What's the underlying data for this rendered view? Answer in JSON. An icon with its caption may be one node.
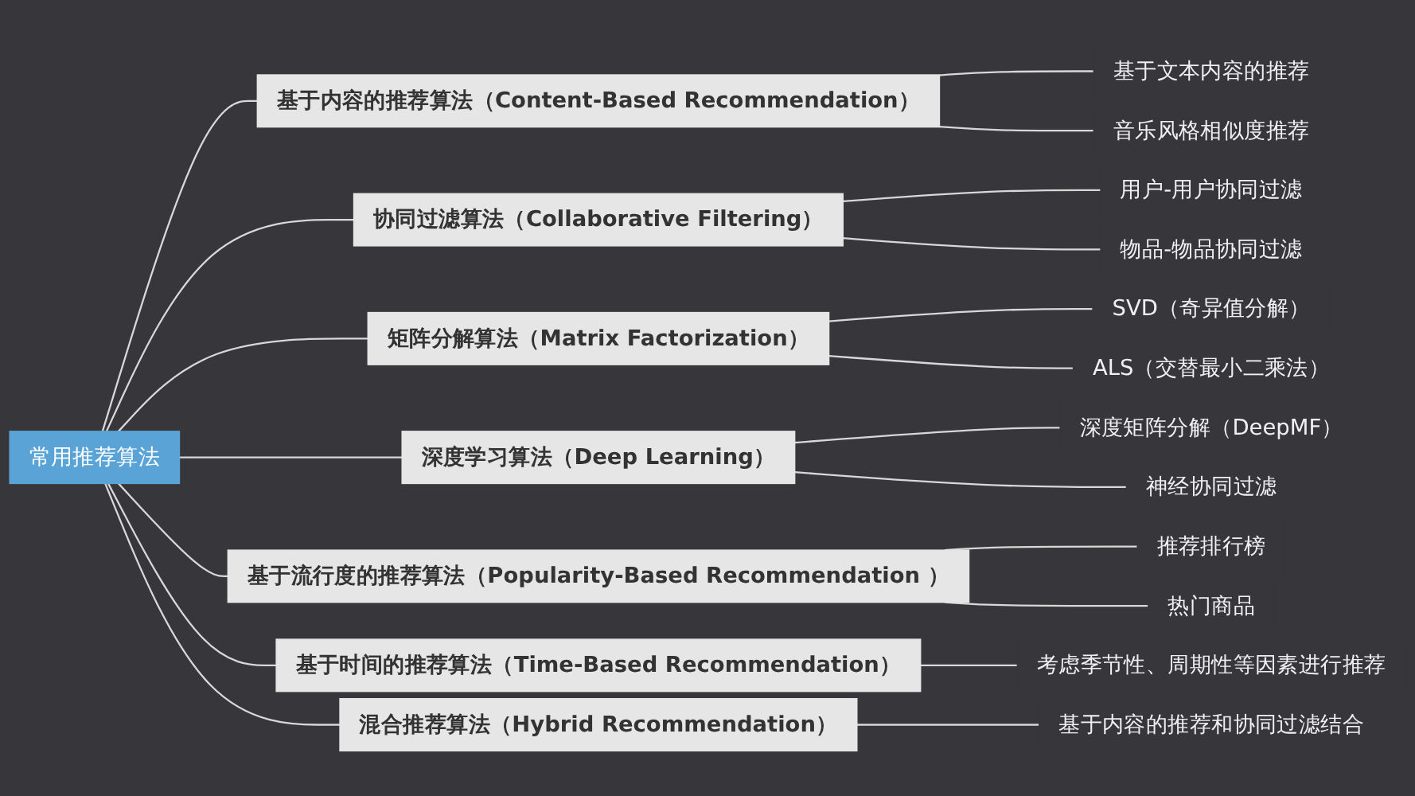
{
  "diagram": {
    "nodes": [
      {
        "text": [
          "常用推荐算法"
        ]
      },
      {
        "text": [
          "基于内容的推荐算法（Content-Based Recommendation）"
        ]
      },
      {
        "text": [
          "基于文本内容的推荐"
        ]
      },
      {
        "text": [
          "音乐风格相似度推荐"
        ]
      },
      {
        "text": [
          "协同过滤算法（Collaborative Filtering）"
        ]
      },
      {
        "text": [
          "用户-用户协同过滤"
        ]
      },
      {
        "text": [
          "物品-物品协同过滤"
        ]
      },
      {
        "text": [
          "矩阵分解算法（Matrix Factorization）"
        ]
      },
      {
        "text": [
          "SVD（奇异值分解）"
        ]
      },
      {
        "text": [
          "ALS（交替最小二乘法）"
        ]
      },
      {
        "text": [
          "深度学习算法（Deep Learning）"
        ]
      },
      {
        "text": [
          "深度矩阵分解（DeepMF）"
        ]
      },
      {
        "text": [
          "神经协同过滤"
        ]
      },
      {
        "text": [
          "基于流行度的推荐算法（Popularity-Based Recommendation ）"
        ]
      },
      {
        "text": [
          "推荐排行榜"
        ]
      },
      {
        "text": [
          "热门商品"
        ]
      },
      {
        "text": [
          "基于时间的推荐算法（Time-Based Recommendation）"
        ]
      },
      {
        "text": [
          "考虑季节性、周期性等因素进行推荐"
        ]
      },
      {
        "text": [
          "混合推荐算法（Hybrid Recommendation）"
        ]
      },
      {
        "text": [
          "基于内容的推荐和协同过滤结合"
        ]
      }
    ],
    "edges": [
      {
        "from": 0,
        "to": 1,
        "arrow": "none"
      },
      {
        "from": 1,
        "to": 2,
        "arrow": "none"
      },
      {
        "from": 1,
        "to": 3,
        "arrow": "none"
      },
      {
        "from": 0,
        "to": 4,
        "arrow": "none"
      },
      {
        "from": 4,
        "to": 5,
        "arrow": "none"
      },
      {
        "from": 4,
        "to": 6,
        "arrow": "none"
      },
      {
        "from": 0,
        "to": 7,
        "arrow": "none"
      },
      {
        "from": 7,
        "to": 8,
        "arrow": "none"
      },
      {
        "from": 7,
        "to": 9,
        "arrow": "none"
      },
      {
        "from": 0,
        "to": 10,
        "arrow": "none"
      },
      {
        "from": 10,
        "to": 11,
        "arrow": "none"
      },
      {
        "from": 10,
        "to": 12,
        "arrow": "none"
      },
      {
        "from": 0,
        "to": 13,
        "arrow": "none"
      },
      {
        "from": 13,
        "to": 14,
        "arrow": "none"
      },
      {
        "from": 13,
        "to": 15,
        "arrow": "none"
      },
      {
        "from": 0,
        "to": 16,
        "arrow": "none"
      },
      {
        "from": 16,
        "to": 17,
        "arrow": "none"
      },
      {
        "from": 0,
        "to": 18,
        "arrow": "none"
      },
      {
        "from": 18,
        "to": 19,
        "arrow": "none"
      }
    ]
  }
}
